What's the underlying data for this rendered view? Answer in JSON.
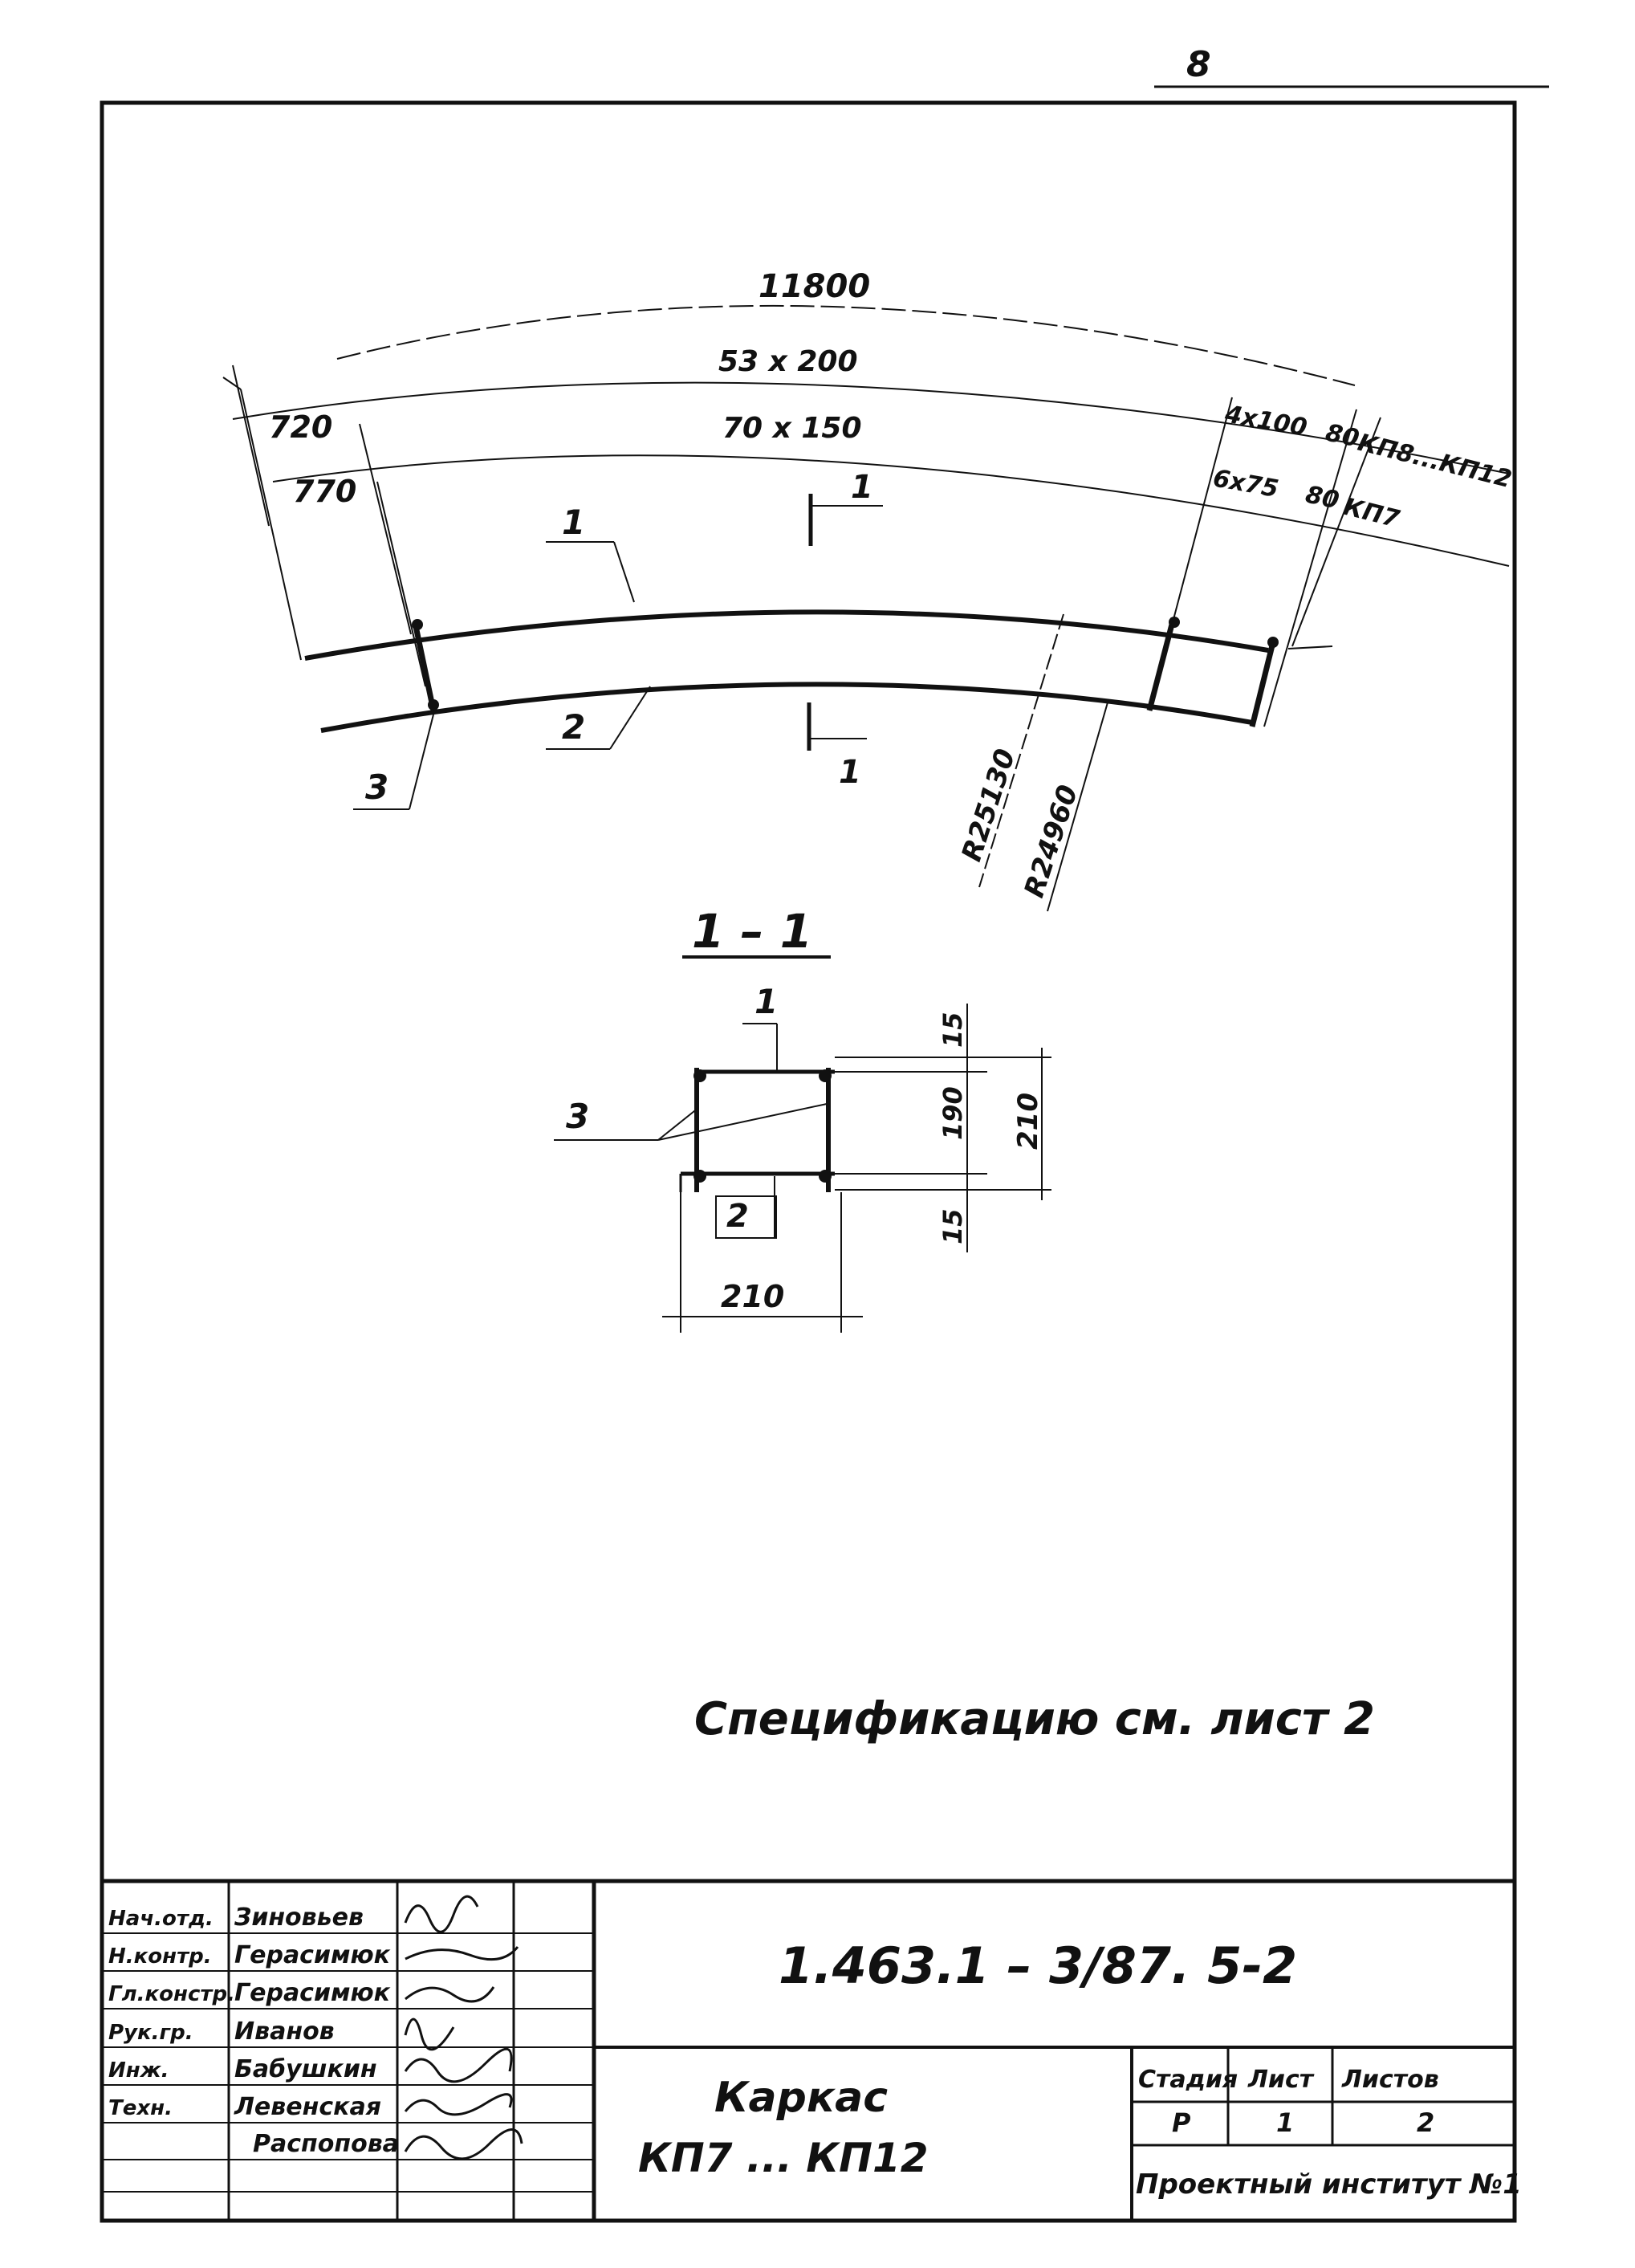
{
  "page_number": "8",
  "plan": {
    "arc_total_label": "11800",
    "dim_row1_main": "53 x 200",
    "dim_row2_main": "70 x 150",
    "left_row1": "720",
    "left_row2": "770",
    "right_row1_spacing": "4x100",
    "right_row1_end": "80",
    "right_row1_mark": "КП8...КП12",
    "right_row2_spacing": "6x75",
    "right_row2_end": "80",
    "right_row2_mark": "КП7",
    "radius_outer": "R25130",
    "radius_inner": "R24960",
    "leader_1": "1",
    "leader_2": "2",
    "leader_3": "3",
    "section_mark_top": "1",
    "section_mark_bottom": "1"
  },
  "section": {
    "title": "1 – 1",
    "label_1": "1",
    "label_2": "2",
    "label_3": "3",
    "dim_top": "15",
    "dim_middle": "190",
    "dim_bottom": "15",
    "dim_height": "210",
    "dim_width": "210"
  },
  "note": "Спецификацию см. лист 2",
  "title_block": {
    "doc_code": "1.463.1 – 3/87. 5-2",
    "title_line1": "Каркас",
    "title_line2": "КП7 ... КП12",
    "stage_header": "Стадия",
    "sheet_header": "Лист",
    "sheets_header": "Листов",
    "stage_value": "Р",
    "sheet_value": "1",
    "sheets_value": "2",
    "organization": "Проектный институт №1",
    "roles": [
      "Нач.отд.",
      "Н.контр.",
      "Гл.констр.",
      "Рук.гр.",
      "Инж.",
      "Техн.",
      ""
    ],
    "names": [
      "Зиновьев",
      "Герасимюк",
      "Герасимюк",
      "Иванов",
      "Бабушкин",
      "Левенская",
      "Распопова"
    ]
  }
}
